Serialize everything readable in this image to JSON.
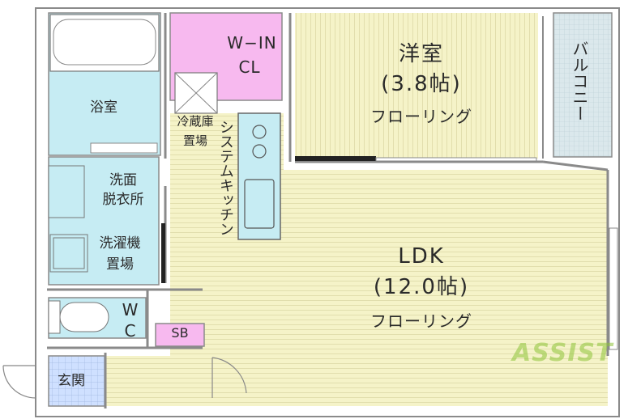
{
  "rooms": {
    "western_room": {
      "name": "洋室",
      "size": "(3.8帖)",
      "floor": "フローリング"
    },
    "ldk": {
      "name": "LDK",
      "size": "(12.0帖)",
      "floor": "フローリング"
    },
    "walk_in_closet": {
      "line1": "W−IN",
      "line2": "CL"
    },
    "bathroom": {
      "name": "浴室"
    },
    "washroom": {
      "line1": "洗面",
      "line2": "脱衣所"
    },
    "washer_space": {
      "line1": "洗濯機",
      "line2": "置場"
    },
    "fridge_space": {
      "line1": "冷蔵庫",
      "line2": "置場"
    },
    "kitchen": {
      "name": "システムキッチン"
    },
    "toilet": {
      "line1": "W",
      "line2": "C"
    },
    "shoe_box": {
      "name": "SB"
    },
    "entrance": {
      "name": "玄関"
    },
    "balcony": {
      "name": "バルコニー"
    }
  },
  "watermark": {
    "text": "ASSIST"
  },
  "colors": {
    "floor_wood": "#f5f3c8",
    "floor_lines": "#dcd8a0",
    "wet_area": "#c6ecf3",
    "closet": "#f7b9ef",
    "shoe_box": "#f7b9ef",
    "balcony": "#dbe8ec",
    "entrance_tile": "#cfe0ff",
    "wall": "#8a8a8a",
    "watermark": "#8fc43a"
  }
}
